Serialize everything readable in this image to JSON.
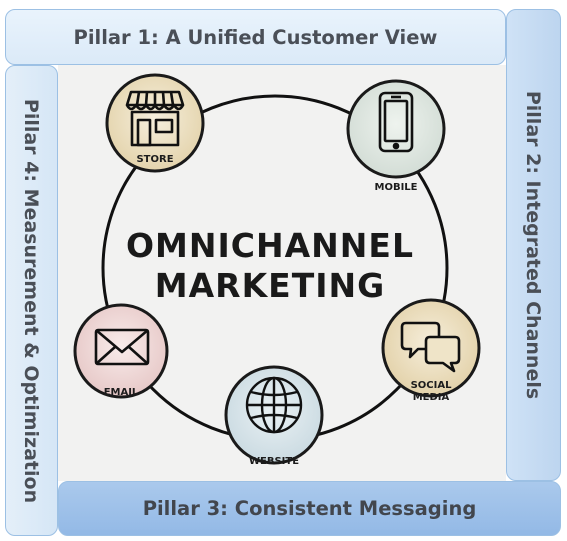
{
  "pillars": {
    "top": "Pillar 1: A Unified Customer View",
    "right": "Pillar 2: Integrated Channels",
    "bottom": "Pillar 3: Consistent Messaging",
    "left": "Pillar 4: Measurement & Optimization"
  },
  "center": {
    "line1": "OMNICHANNEL",
    "line2": "MARKETING"
  },
  "channels": {
    "store": {
      "label": "STORE",
      "icon": "storefront-icon",
      "color": "#efe3c6"
    },
    "mobile": {
      "label": "MOBILE",
      "icon": "smartphone-icon",
      "color": "#e3ebe5"
    },
    "social": {
      "label_line1": "SOCIAL",
      "label_line2": "MEDIA",
      "icon": "speech-bubbles-icon",
      "color": "#efe4c8"
    },
    "website": {
      "label": "WEBSITE",
      "icon": "globe-icon",
      "color": "#dde8ed"
    },
    "email": {
      "label": "EMAIL",
      "icon": "envelope-icon",
      "color": "#f0dcdc"
    }
  }
}
